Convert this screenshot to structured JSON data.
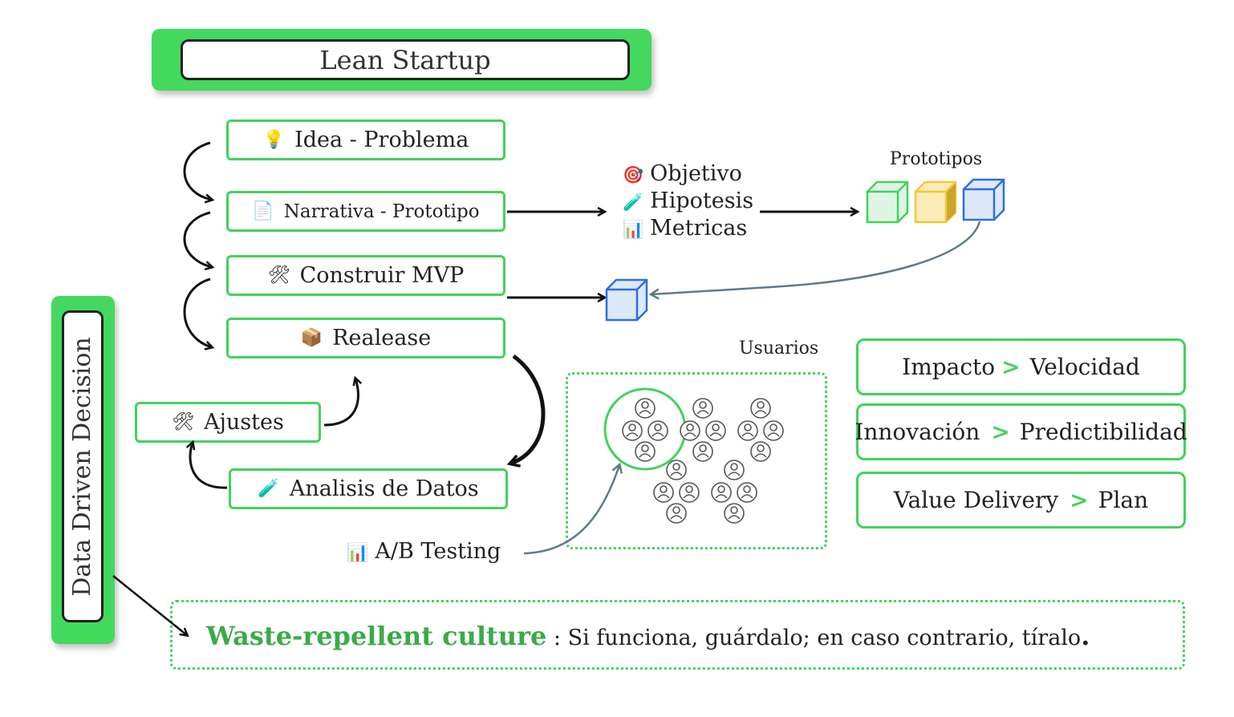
{
  "title": "Lean Startup",
  "side_label": "Data Driven Decision",
  "steps": [
    {
      "icon": "💡",
      "icon_name": "lightbulb-icon",
      "label": "Idea - Problema"
    },
    {
      "icon": "📄",
      "icon_name": "document-icon",
      "label": "Narrativa - Prototipo"
    },
    {
      "icon": "🛠",
      "icon_name": "tools-icon",
      "label": "Construir MVP"
    },
    {
      "icon": "📦",
      "icon_name": "package-icon",
      "label": "Realease"
    }
  ],
  "feedback": {
    "ajustes": {
      "icon": "🛠",
      "icon_name": "tools-icon",
      "label": "Ajustes"
    },
    "analisis": {
      "icon": "🧪",
      "icon_name": "test-tube-icon",
      "label": "Analisis de Datos"
    },
    "ab_testing": {
      "icon": "📊",
      "icon_name": "bar-chart-icon",
      "label": "A/B Testing"
    }
  },
  "goals": [
    {
      "icon": "🎯",
      "icon_name": "target-icon",
      "label": "Objetivo"
    },
    {
      "icon": "🧪",
      "icon_name": "test-tube-icon",
      "label": "Hipotesis"
    },
    {
      "icon": "📊",
      "icon_name": "bar-chart-icon",
      "label": "Metricas"
    }
  ],
  "prototipos_label": "Prototipos",
  "usuarios_label": "Usuarios",
  "principles": [
    {
      "left": "Impacto",
      "sep": ">",
      "right": "Velocidad"
    },
    {
      "left": "Innovación",
      "sep": ">",
      "right": "Predictibilidad"
    },
    {
      "left": "Value Delivery",
      "sep": ">",
      "right": "Plan"
    }
  ],
  "waste": {
    "highlight": "Waste-repellent culture",
    "text": " : Si funciona, guárdalo; en caso contrario, tíralo",
    "end": "."
  },
  "colors": {
    "accent_green": "#43d15e",
    "cube_green": "#43d15e",
    "cube_yellow": "#f2c73a",
    "cube_blue": "#2e6fdc",
    "connector_gray": "#5f7a88"
  }
}
